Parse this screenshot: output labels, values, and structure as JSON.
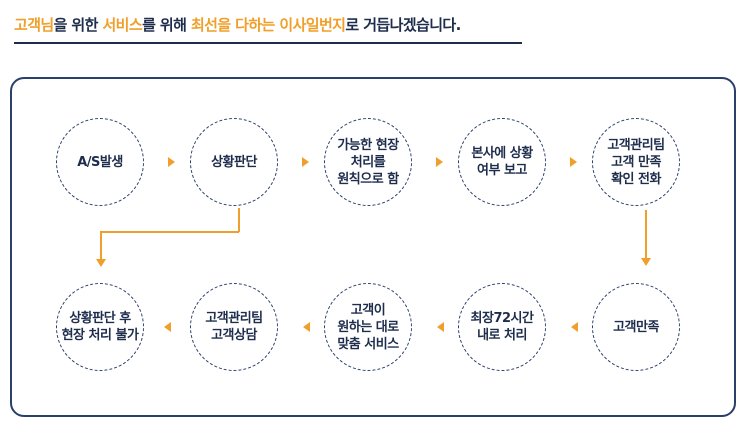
{
  "headline": {
    "parts": [
      "고객님",
      "을 위한 ",
      "서비스",
      "를 위해 ",
      "최선을 다하는 이사일번지",
      "로 거듭나겠습니다."
    ]
  },
  "flow": {
    "nodes": [
      "A/S발생",
      "상황판단",
      "가능한 현장\n처리를\n원칙으로 함",
      "본사에 상황\n여부 보고",
      "고객관리팀\n고객 만족\n확인 전화",
      "고객만족",
      "최장72시간\n내로 처리",
      "고객이\n원하는 대로\n맞춤 서비스",
      "고객관리팀\n고객상담",
      "상황판단 후\n현장 처리 불가"
    ]
  },
  "colors": {
    "accent": "#f0a02a",
    "navy": "#2b3f6b",
    "text": "#1f2d4d"
  }
}
